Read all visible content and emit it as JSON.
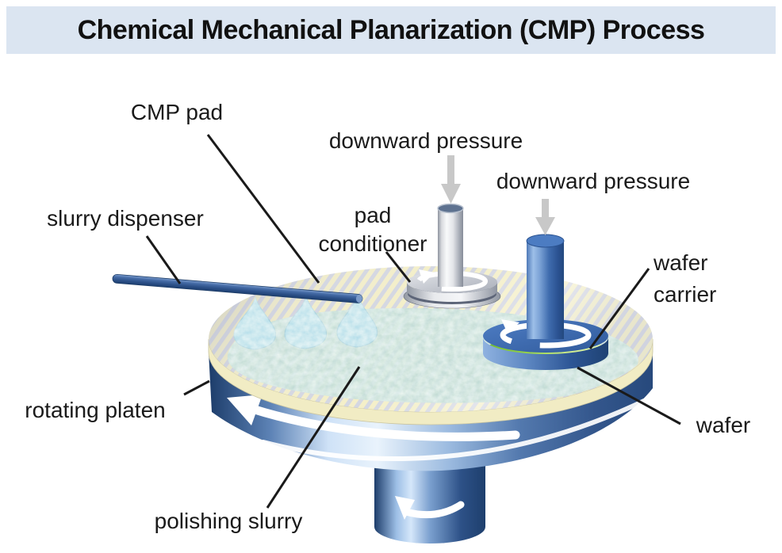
{
  "title": {
    "text": "Chemical Mechanical Planarization (CMP) Process"
  },
  "diagram": {
    "labels": {
      "cmp_pad": "CMP pad",
      "slurry_dispenser": "slurry dispenser",
      "downward_pressure_left": "downward pressure",
      "downward_pressure_right": "downward pressure",
      "pad_conditioner_line1": "pad",
      "pad_conditioner_line2": "conditioner",
      "wafer_carrier_line1": "wafer",
      "wafer_carrier_line2": "carrier",
      "rotating_platen": "rotating platen",
      "wafer": "wafer",
      "polishing_slurry": "polishing slurry"
    },
    "colors": {
      "title_bg": "#dbe5f1",
      "title_text": "#111111",
      "label_text": "#1a1a1a",
      "leader_line": "#1a1a1a",
      "pressure_arrow": "#c8c8c8",
      "rotation_arrow": "#ffffff",
      "platen_blue_dark": "#24466e",
      "platen_blue_light": "#d9e9fb",
      "pad_cream": "#f3eec6",
      "hatch_stripe": "#d2d5e0",
      "slurry_teal": "#c6e2da",
      "droplet_blue": "#b7e1ed",
      "wafer_green": "#8ed23f",
      "conditioner_silver": "#c9ccd4",
      "carrier_blue": "#3e6cb4"
    }
  }
}
